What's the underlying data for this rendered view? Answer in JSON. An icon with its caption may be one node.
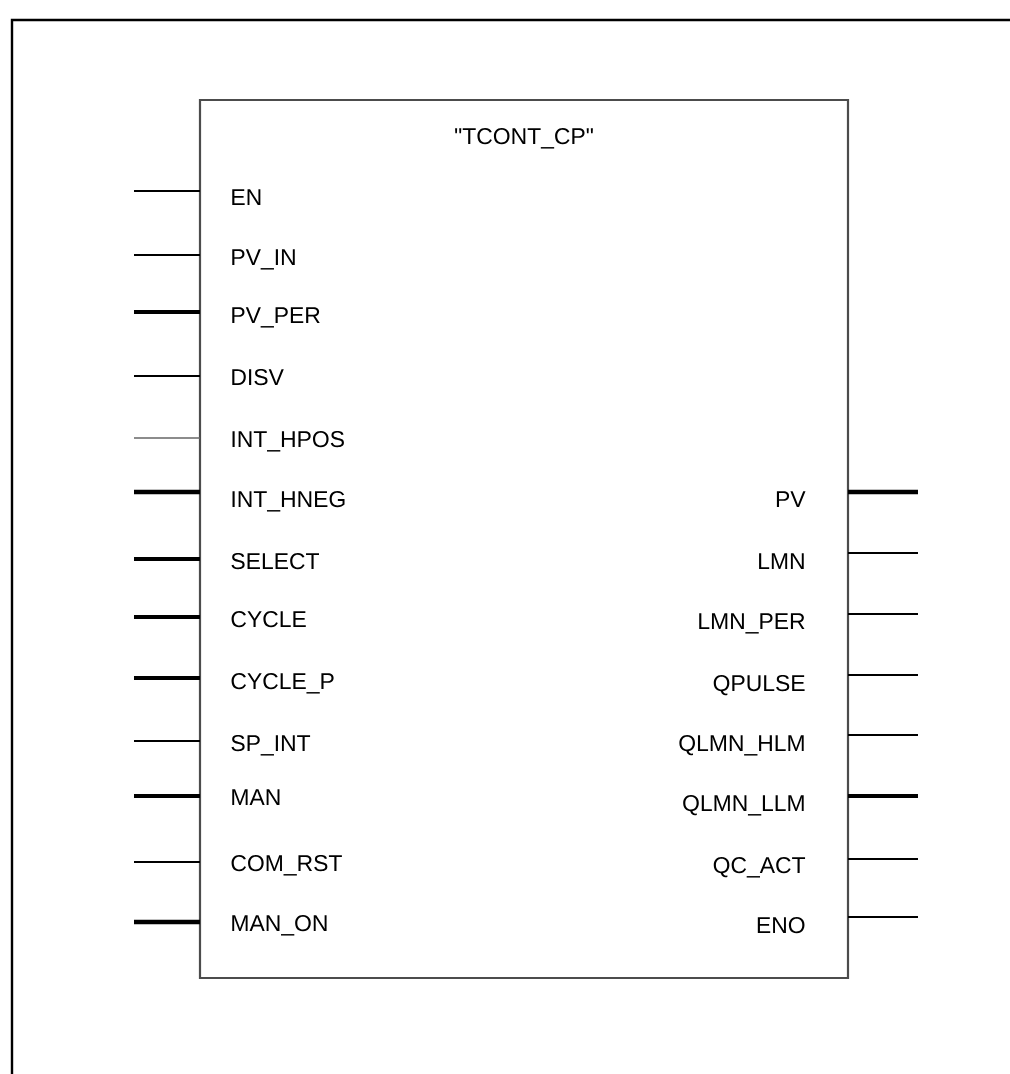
{
  "diagram": {
    "nodes": [
      {
        "text": [
          "\"TCONT_CP\"",
          "EN",
          "PV_IN",
          "PV_PER",
          "DISV",
          "INT_HPOS",
          "INT_HNEG",
          "SELECT",
          "CYCLE",
          "CYCLE_P",
          "SP_INT",
          "MAN",
          "COM_RST",
          "MAN_ON",
          "PV",
          "LMN",
          "LMN_PER",
          "QPULSE",
          "QLMN_HLM",
          "QLMN_LLM",
          "QC_ACT",
          "ENO"
        ]
      }
    ]
  }
}
